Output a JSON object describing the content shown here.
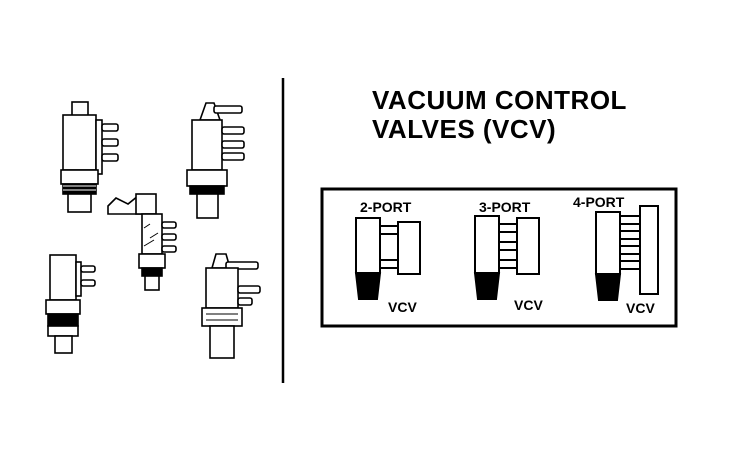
{
  "title": {
    "line1": "VACUUM CONTROL",
    "line2": "VALVES (VCV)"
  },
  "legend": {
    "items": [
      {
        "port_label": "2-PORT",
        "type_label": "VCV",
        "ports": 2
      },
      {
        "port_label": "3-PORT",
        "type_label": "VCV",
        "ports": 3
      },
      {
        "port_label": "4-PORT",
        "type_label": "VCV",
        "ports": 4
      }
    ]
  },
  "colors": {
    "ink": "#000000",
    "paper": "#ffffff"
  },
  "icons": [
    "valve-drawing"
  ]
}
